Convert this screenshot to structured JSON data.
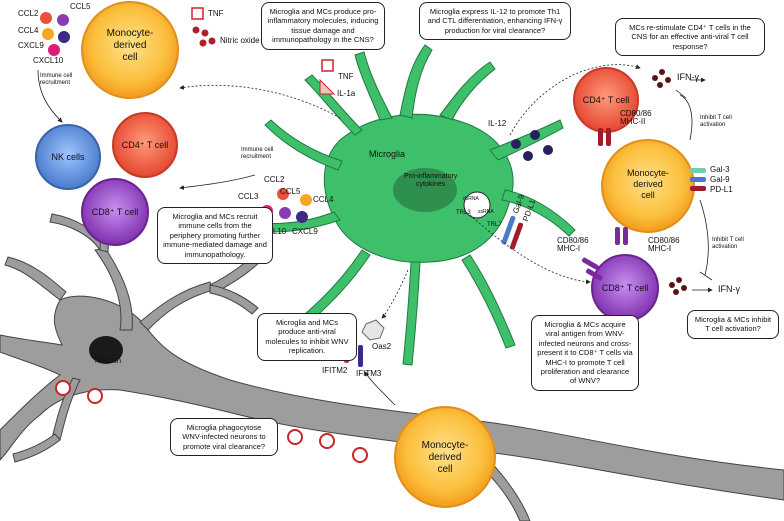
{
  "cells": {
    "monocyte_top": "Monocyte-\nderived\ncell",
    "nk": "NK cells",
    "cd4_left": "CD4⁺ T cell",
    "cd8_left": "CD8⁺ T cell",
    "microglia": "Microglia",
    "cd4_right": "CD4⁺ T cell",
    "monocyte_right": "Monocyte-\nderived\ncell",
    "cd8_right": "CD8⁺ T cell",
    "monocyte_bottom": "Monocyte-\nderived\ncell",
    "neuron": "Neuron"
  },
  "molecules": {
    "ccl2_top": "CCL2",
    "ccl5_top": "CCL5",
    "ccl4_top": "CCL4",
    "cxcl9_top": "CXCL9",
    "cxcl10_top": "CXCL10",
    "tnf_top": "TNF",
    "nitric_oxide": "Nitric oxide",
    "tnf_mid": "TNF",
    "il1a": "IL-1a",
    "il12": "IL-12",
    "ifng_top": "IFN-γ",
    "ifng_bottom": "IFN-γ",
    "ccl2_mid": "CCL2",
    "ccl5_mid": "CCL5",
    "ccl3": "CCL3",
    "ccl4_mid": "CCL4",
    "cxcl10_mid": "CXCL10",
    "cxcl9_mid": "CXCL9",
    "cd80_top": "CD80/86\nMHC-II",
    "cd80_bottom_left": "CD80/86\nMHC-I",
    "cd80_bottom_right": "CD80/86\nMHC-I",
    "gal3": "Gal-3",
    "gal9_right": "Gal-9",
    "pdl1_right": "PD-L1",
    "gal9_mid": "Gal-9",
    "pdl1_mid": "PD-L1",
    "oas2": "Oas2",
    "ifitm2": "IFITM2",
    "ifitm3": "IFITM3",
    "trl3": "TRL3",
    "trl7": "TRL7",
    "dsrna": "dsRNA",
    "ssrna": "ssRNA",
    "proinflam": "Pro-inflammatory\ncytokines"
  },
  "arrows": {
    "immune_recruit_1": "Immune cell\nrecruitment",
    "immune_recruit_2": "Immune cell\nrecruitment",
    "inhibit_activation_1": "Inhibit T cell\nactivation",
    "inhibit_activation_2": "Inhibit T cell\nactivation"
  },
  "captions": {
    "c1": "Microglia and MCs produce pro-inflammatory molecules, inducing tissue damage and immunopathology in the CNS?",
    "c2": "Microglia express IL-12 to promote Th1 and CTL differentiation, enhancing IFN-γ production for viral clearance?",
    "c3": "MCs re-stimulate CD4⁺ T cells in the CNS for an effective anti-viral T cell response?",
    "c4": "Microglia and MCs recruit immune cells from the periphery promoting further immune-mediated damage and immunopathology.",
    "c5": "Microglia and MCs produce anti-viral molecules to inhibit WNV replication.",
    "c6": "Microglia & MCs inhibit T cell activation?",
    "c7": "Microglia & MCs acquire viral antigen from WNV-infected neurons and cross-present it to CD8⁺ T cells via MHC-I to promote T cell proliferation and clearance of WNV?",
    "c8": "Microglia phagocytose WNV-infected neurons to promote viral clearance?"
  },
  "colors": {
    "microglia": "#3ec06a",
    "monocyte": "#f7a823",
    "cd4": "#e8503a",
    "nk": "#4f7fcc",
    "cd8": "#8a3db3",
    "neuron": "#9b9b9b"
  }
}
